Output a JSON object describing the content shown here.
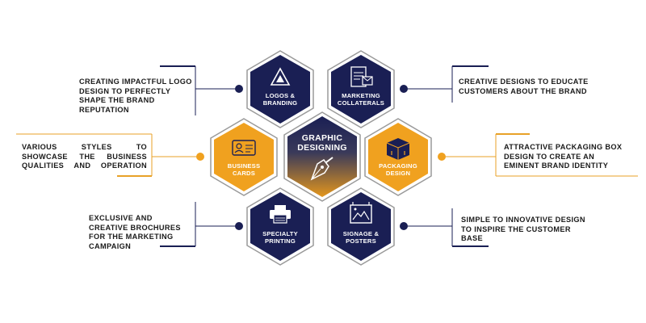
{
  "center": {
    "title_line1": "GRAPHIC",
    "title_line2": "DESIGNING",
    "icon": "pen-nib-icon"
  },
  "services": [
    {
      "label1": "LOGOS &",
      "label2": "BRANDING",
      "icon": "logo-triangle-icon"
    },
    {
      "label1": "MARKETING",
      "label2": "COLLATERALS",
      "icon": "marketing-sheet-icon"
    },
    {
      "label1": "BUSINESS",
      "label2": "CARDS",
      "icon": "id-card-icon"
    },
    {
      "label1": "PACKAGING",
      "label2": "DESIGN",
      "icon": "package-box-icon"
    },
    {
      "label1": "SPECIALTY",
      "label2": "PRINTING",
      "icon": "printer-icon"
    },
    {
      "label1": "SIGNAGE &",
      "label2": "POSTERS",
      "icon": "poster-signage-icon"
    }
  ],
  "descriptions": [
    "CREATING IMPACTFUL LOGO DESIGN TO PERFECTLY SHAPE THE BRAND REPUTATION",
    "CREATIVE DESIGNS TO EDUCATE CUSTOMERS ABOUT THE BRAND",
    "VARIOUS STYLES TO SHOWCASE THE BUSINESS QUALITIES AND OPERATION",
    "ATTRACTIVE PACKAGING BOX DESIGN TO CREATE AN EMINENT BRAND IDENTITY",
    "EXCLUSIVE AND CREATIVE BROCHURES FOR THE MARKETING CAMPAIGN",
    "SIMPLE TO INNOVATIVE DESIGN TO INSPIRE THE CUSTOMER BASE"
  ],
  "colors": {
    "navy": "#1a1f54",
    "gold": "#f0a11f",
    "outline": "#9a9a9a",
    "border_gold": "#e8a127",
    "border_navy": "#1a1f54"
  }
}
